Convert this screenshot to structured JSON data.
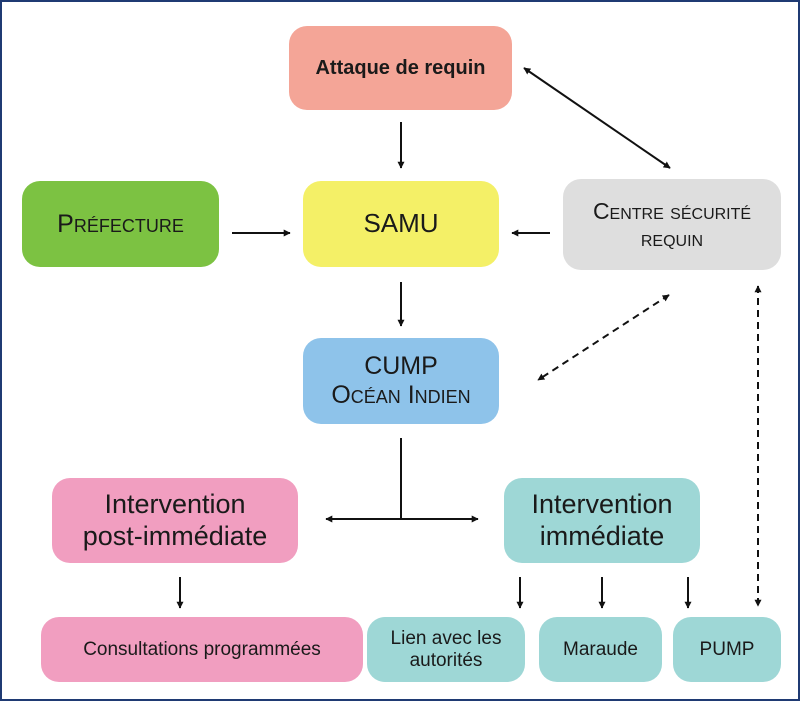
{
  "diagram": {
    "nodes": {
      "attack": {
        "lines": [
          "Attaque de requin"
        ]
      },
      "prefecture": {
        "lines": [
          "Préfecture"
        ]
      },
      "samu": {
        "lines": [
          "SAMU"
        ]
      },
      "csr": {
        "lines": [
          "Centre sécurité",
          "requin"
        ]
      },
      "cump": {
        "lines": [
          "CUMP",
          "Océan Indien"
        ]
      },
      "post": {
        "lines": [
          "Intervention",
          "post-immédiate"
        ]
      },
      "imm": {
        "lines": [
          "Intervention",
          "immédiate"
        ]
      },
      "consult": {
        "lines": [
          "Consultations programmées"
        ]
      },
      "lien": {
        "lines": [
          "Lien avec les",
          "autorités"
        ]
      },
      "maraude": {
        "lines": [
          "Maraude"
        ]
      },
      "pump": {
        "lines": [
          "PUMP"
        ]
      }
    },
    "edges": [
      {
        "from": "attack",
        "to": "samu",
        "style": "solid",
        "direction": "forward"
      },
      {
        "from": "attack",
        "to": "csr",
        "style": "solid",
        "direction": "both"
      },
      {
        "from": "prefecture",
        "to": "samu",
        "style": "solid",
        "direction": "forward"
      },
      {
        "from": "csr",
        "to": "samu",
        "style": "solid",
        "direction": "forward"
      },
      {
        "from": "samu",
        "to": "cump",
        "style": "solid",
        "direction": "forward"
      },
      {
        "from": "csr",
        "to": "cump",
        "style": "dashed",
        "direction": "both"
      },
      {
        "from": "cump",
        "to": "post",
        "style": "solid",
        "direction": "forward"
      },
      {
        "from": "cump",
        "to": "imm",
        "style": "solid",
        "direction": "forward"
      },
      {
        "from": "post",
        "to": "consult",
        "style": "solid",
        "direction": "forward"
      },
      {
        "from": "imm",
        "to": "lien",
        "style": "solid",
        "direction": "forward"
      },
      {
        "from": "imm",
        "to": "maraude",
        "style": "solid",
        "direction": "forward"
      },
      {
        "from": "imm",
        "to": "pump",
        "style": "solid",
        "direction": "forward"
      },
      {
        "from": "csr",
        "to": "pump",
        "style": "dashed",
        "direction": "both"
      }
    ],
    "colors": {
      "attack": "#f4a597",
      "prefecture": "#7cc242",
      "samu": "#f4f067",
      "csr": "#dedede",
      "cump": "#8ec3ea",
      "post": "#f19ec0",
      "imm": "#9ed7d6",
      "border": "#1f3a73",
      "arrow": "#111111"
    }
  }
}
